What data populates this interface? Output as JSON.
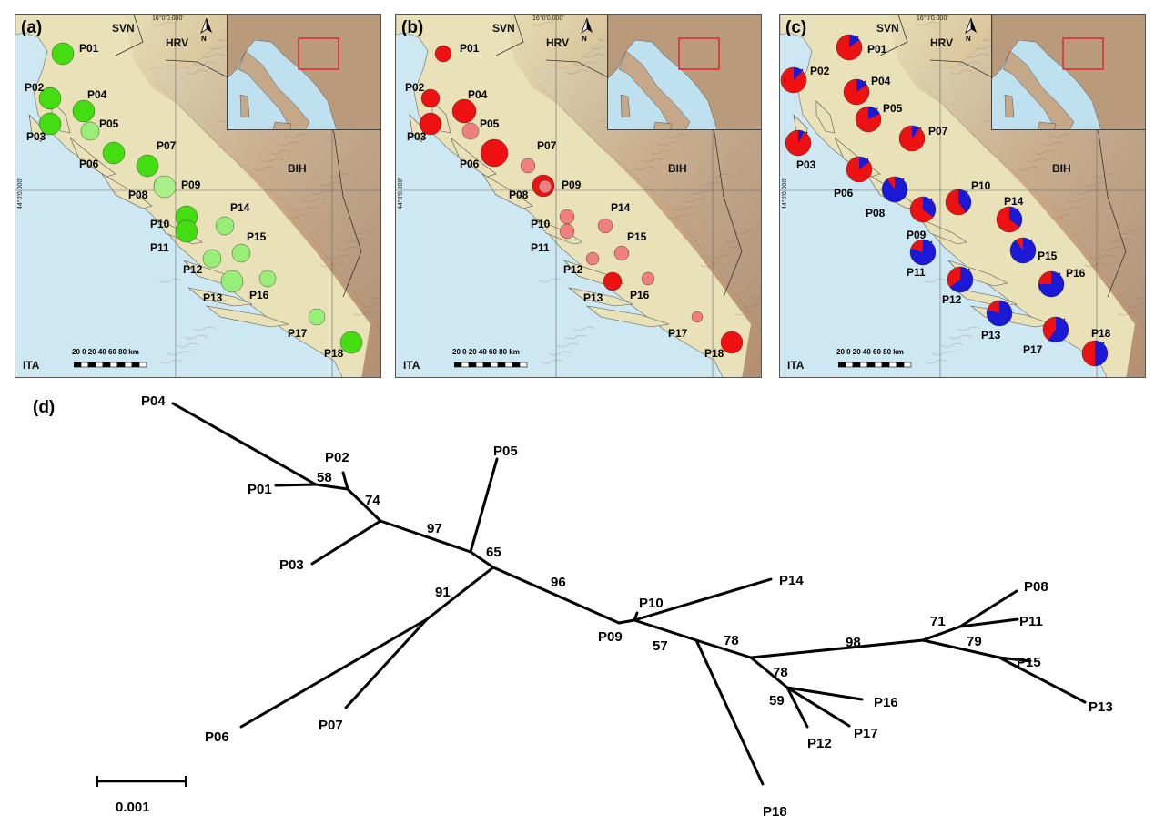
{
  "panels": [
    {
      "id": "a",
      "label": "(a)"
    },
    {
      "id": "b",
      "label": "(b)"
    },
    {
      "id": "c",
      "label": "(c)"
    }
  ],
  "map": {
    "countries": {
      "svn": "SVN",
      "hrv": "HRV",
      "bih": "BIH",
      "ita": "ITA"
    },
    "lon_label": "16°0'0.000'",
    "lat_label": "44°0'0.000'",
    "north": "N",
    "scale_label": "20  0  20  40  60  80 km",
    "inset_box_color": "#e02020"
  },
  "populations": [
    "P01",
    "P02",
    "P03",
    "P04",
    "P05",
    "P06",
    "P07",
    "P08",
    "P09",
    "P10",
    "P11",
    "P12",
    "P13",
    "P14",
    "P15",
    "P16",
    "P17",
    "P18"
  ],
  "panel_a_colors": {
    "P01": "#44dd11",
    "P02": "#44dd11",
    "P03": "#44dd11",
    "P04": "#44dd11",
    "P05": "#99ee77",
    "P06": "#44dd11",
    "P07": "#44dd11",
    "P08": "#aaf088",
    "P09": "#aaf088",
    "P10": "#44dd11",
    "P11": "#44dd11",
    "P12": "#99ee77",
    "P13": "#99ee77",
    "P14": "#99ee77",
    "P15": "#99ee77",
    "P16": "#99ee77",
    "P17": "#99ee77",
    "P18": "#44dd11"
  },
  "panel_b_colors": {
    "P01": "#ee1111",
    "P02": "#ee1111",
    "P03": "#ee1111",
    "P04": "#ee1111",
    "P05": "#f08080",
    "P06": "#ee1111",
    "P07": "#f08080",
    "P08": "#ee1111",
    "P09": "#f08080",
    "P10": "#f08080",
    "P11": "#f08080",
    "P12": "#f08080",
    "P13": "#ee1111",
    "P14": "#f08080",
    "P15": "#f08080",
    "P16": "#f08080",
    "P17": "#f08080",
    "P18": "#ee1111"
  },
  "panel_c_red_fraction": {
    "P01": 0.85,
    "P02": 0.88,
    "P03": 0.92,
    "P04": 0.85,
    "P05": 0.82,
    "P06": 0.85,
    "P07": 0.9,
    "P08": 0.1,
    "P09": 0.65,
    "P10": 0.6,
    "P11": 0.2,
    "P12": 0.35,
    "P13": 0.2,
    "P14": 0.65,
    "P15": 0.1,
    "P16": 0.25,
    "P17": 0.4,
    "P18": 0.5
  },
  "tree": {
    "panel_label": "(d)",
    "scale_label": "0.001",
    "bootstrap": [
      "58",
      "74",
      "97",
      "65",
      "91",
      "96",
      "57",
      "78",
      "98",
      "71",
      "79",
      "78",
      "59"
    ],
    "tips": [
      "P04",
      "P02",
      "P01",
      "P03",
      "P05",
      "P06",
      "P07",
      "P09",
      "P10",
      "P14",
      "P18",
      "P16",
      "P12",
      "P17",
      "P08",
      "P11",
      "P15",
      "P13"
    ]
  },
  "colors": {
    "sea": "#cde8f3",
    "land_low": "#e9e2b8",
    "land_high": "#b88a6a",
    "red": "#ee1111",
    "blue": "#1a1ad6"
  }
}
